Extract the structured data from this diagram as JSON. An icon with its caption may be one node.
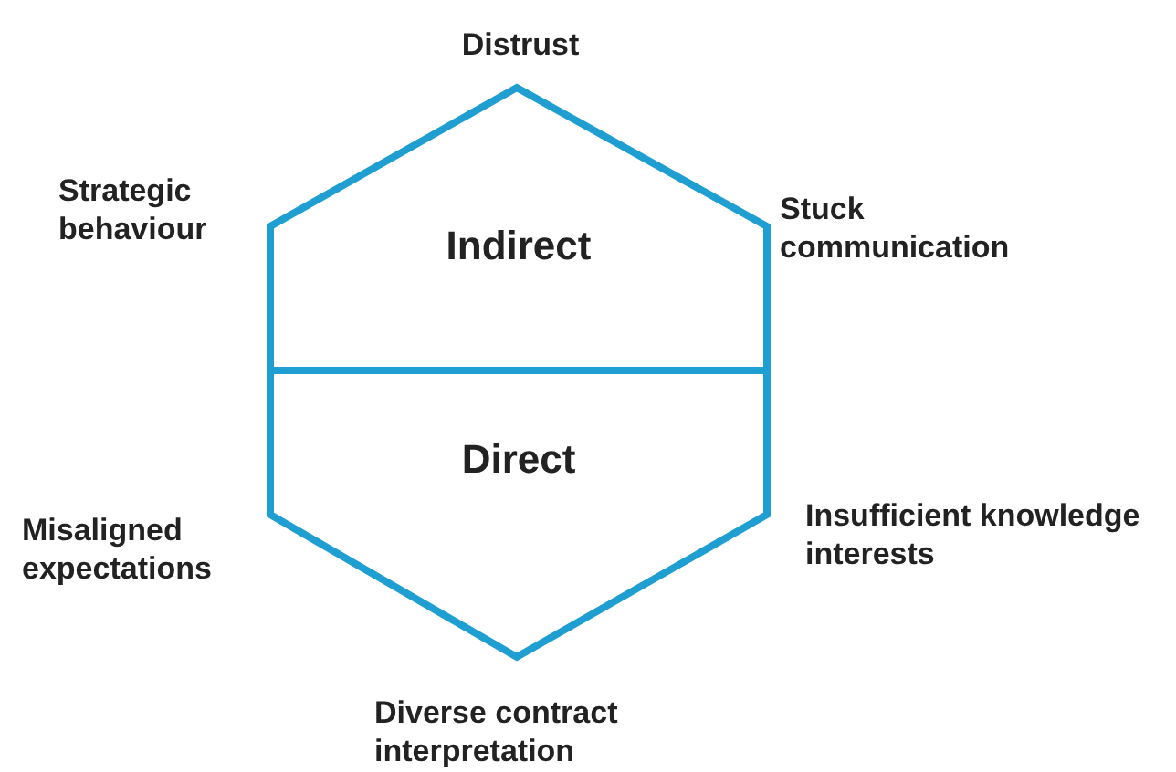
{
  "diagram": {
    "nodes": [
      {
        "text": [
          "Indirect"
        ]
      },
      {
        "text": [
          "Direct"
        ]
      }
    ],
    "labels": [
      "Distrust",
      "Strategic behaviour",
      "Stuck communication",
      "Misaligned expectations",
      "Insufficient knowledge interests",
      "Diverse contract interpretation"
    ]
  }
}
